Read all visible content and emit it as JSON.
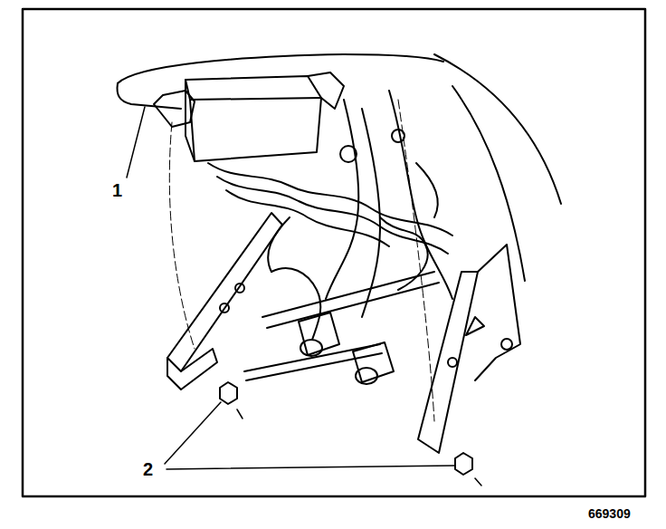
{
  "diagram": {
    "labels": [
      "1",
      "2",
      "669309"
    ]
  }
}
